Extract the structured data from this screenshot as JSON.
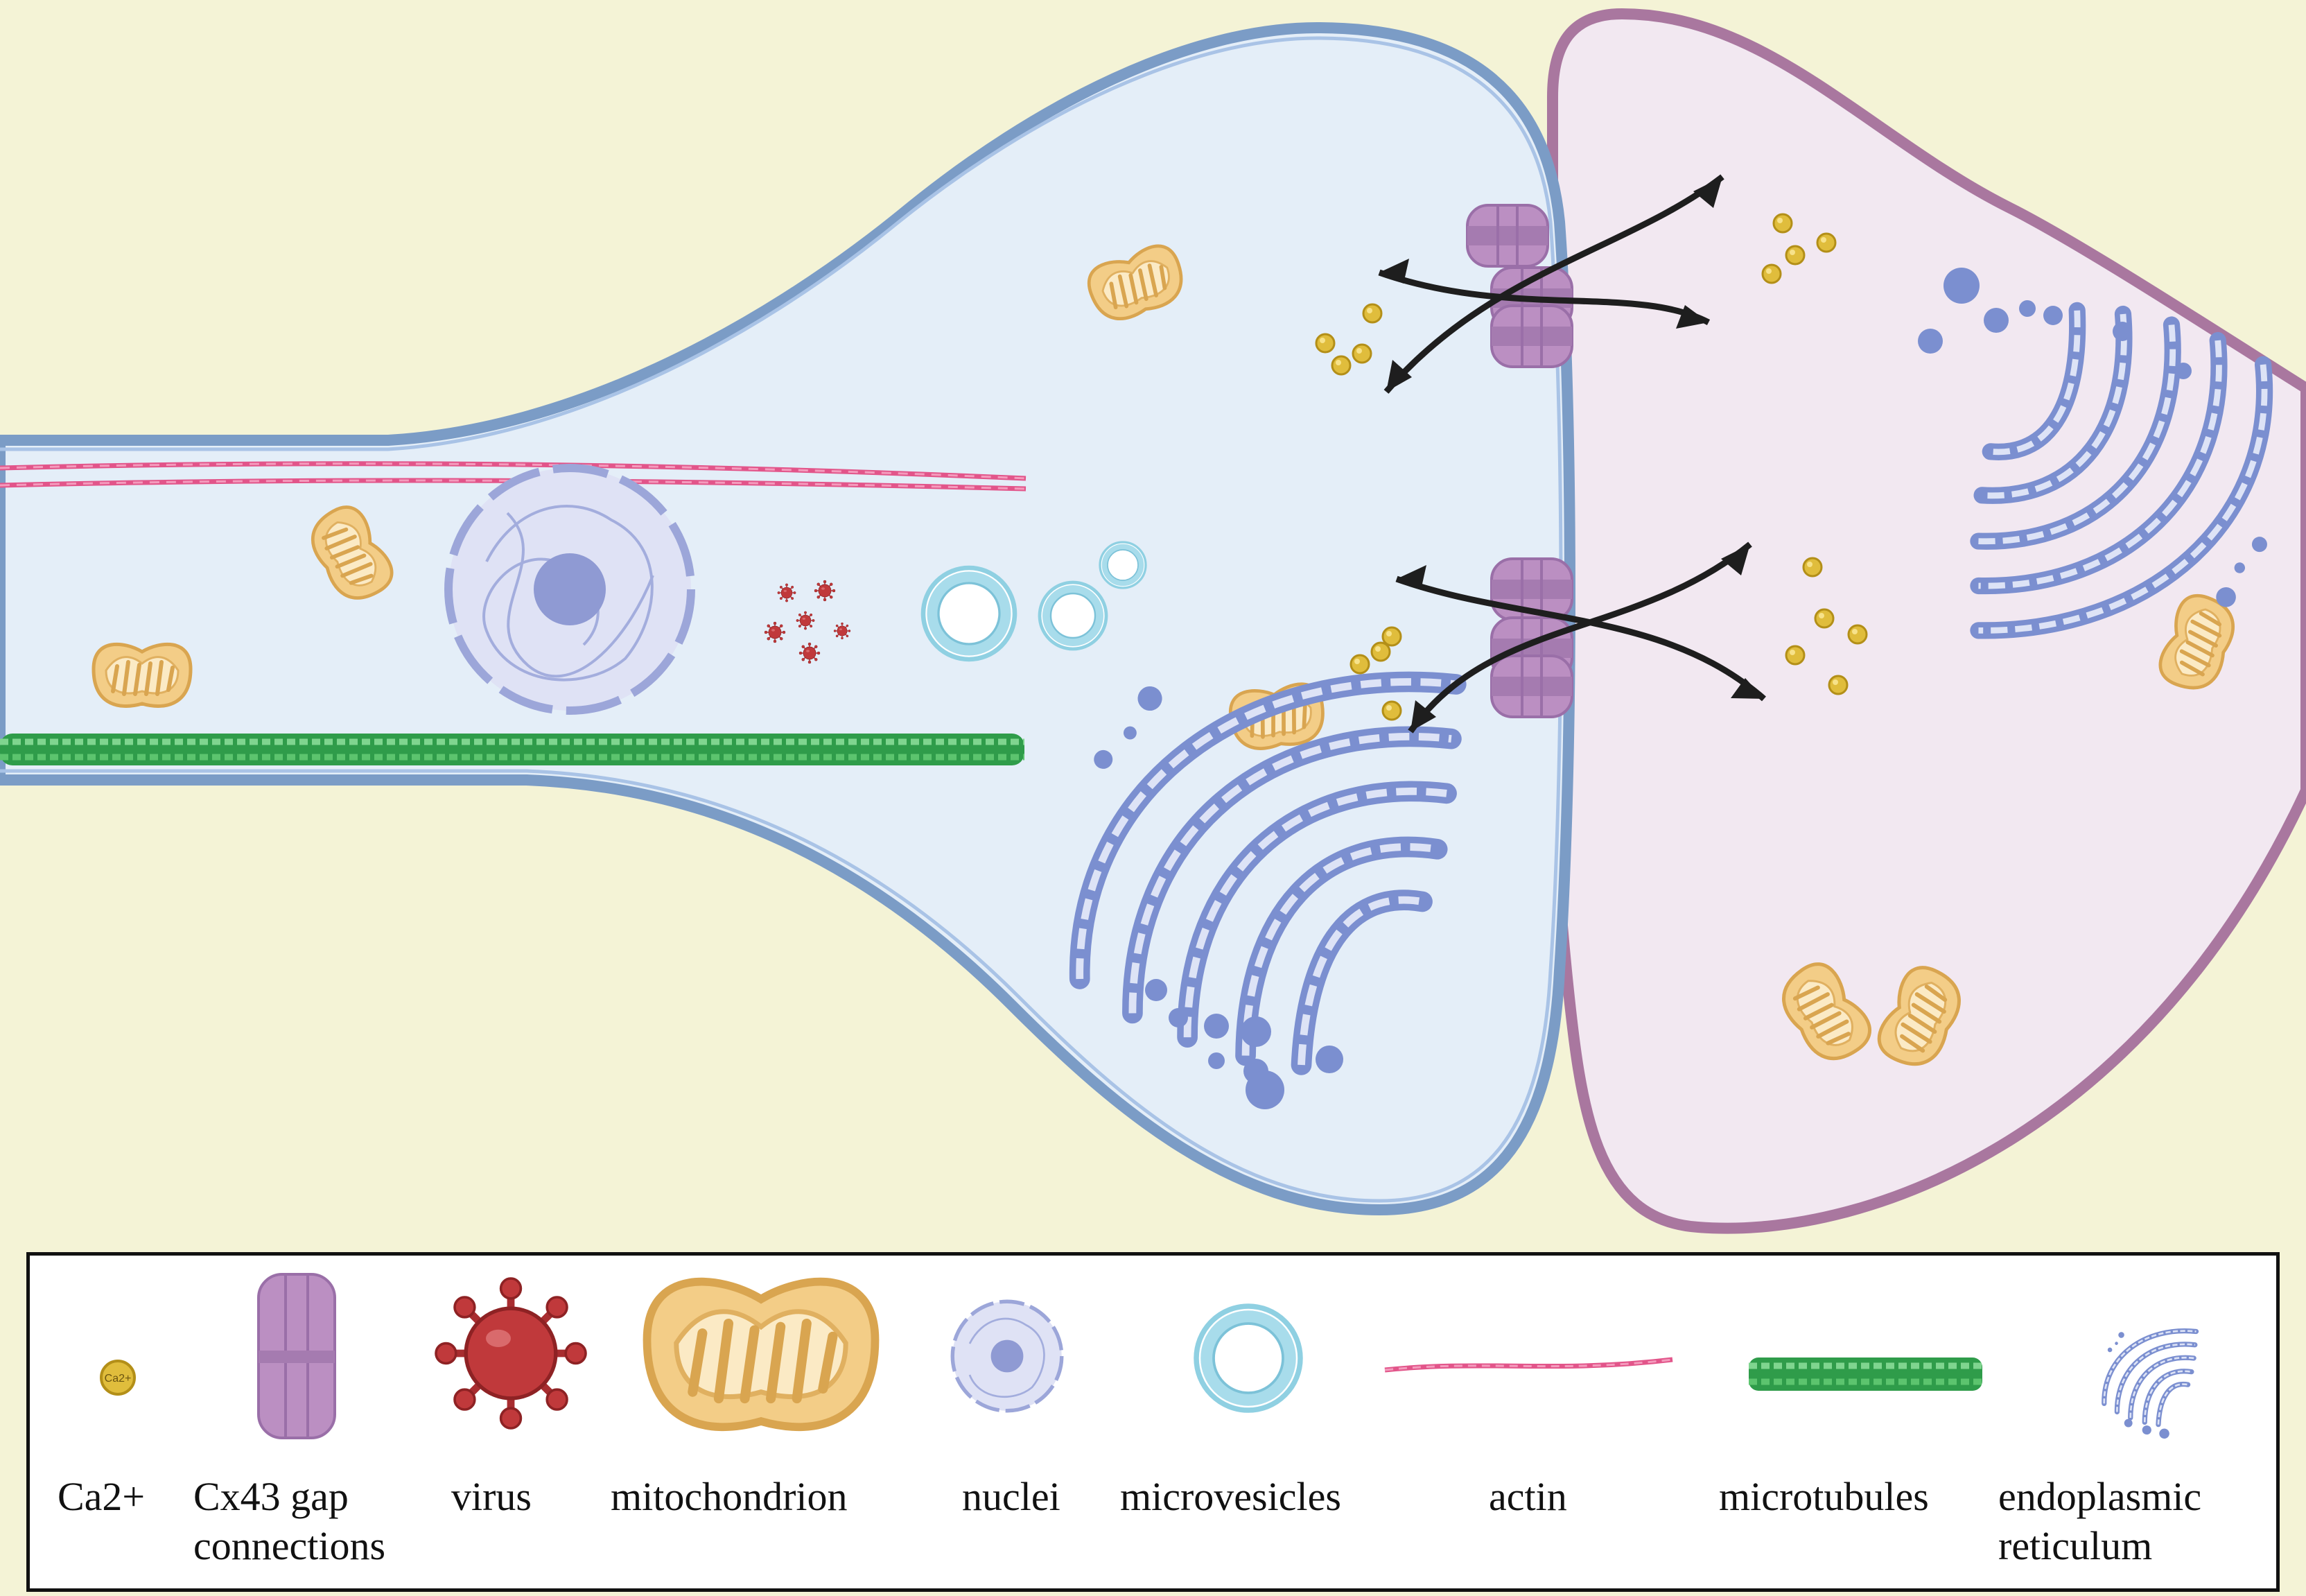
{
  "legend": {
    "ca_label": "Ca2+",
    "ca_icon_text": "Ca2+",
    "cx43_label_line1": "Cx43 gap",
    "cx43_label_line2": "connections",
    "virus_label": "virus",
    "mito_label": "mitochondrion",
    "nuclei_label": "nuclei",
    "microvesicles_label": "microvesicles",
    "actin_label": "actin",
    "microtubules_label": "microtubules",
    "er_label_line1": "endoplasmic",
    "er_label_line2": "reticulum"
  },
  "colors": {
    "background": "#f4f3d6",
    "left_cell_fill": "#e4eef8",
    "left_cell_membrane": "#7b9cc6",
    "right_cell_fill": "#f2e8f1",
    "right_cell_membrane": "#a9779f",
    "ca_ion": "#e0bd3c",
    "connexin": "#bb8fc2",
    "virus": "#c0393b",
    "mitochondrion": "#f3cd87",
    "nucleus": "#9ca6d9",
    "microvesicle": "#8fd0e2",
    "actin": "#e2558a",
    "microtubule": "#3fb55a",
    "endoplasmic_reticulum": "#7b8fd0",
    "arrow": "#1e1e1e"
  }
}
